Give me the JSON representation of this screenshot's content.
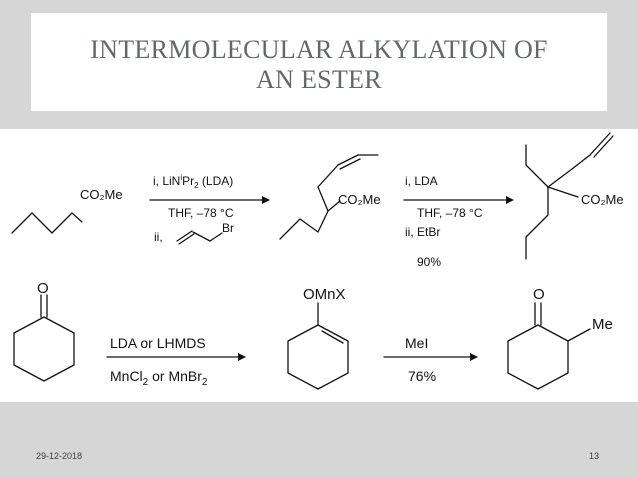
{
  "slide": {
    "title_line1": "INTERMOLECULAR ALKYLATION OF",
    "title_line2": "AN ESTER",
    "footer_date": "29-12-2018",
    "page_number": "13"
  },
  "reaction1": {
    "sm_group": "CO₂Me",
    "step1_reagent_a_prefix": "i, LiN",
    "step1_reagent_a_sup": "i",
    "step1_reagent_a_mid": "Pr",
    "step1_reagent_a_sub": "2",
    "step1_reagent_a_suffix": " (LDA)",
    "step1_conditions": "THF, –78 °C",
    "step1_reagent_b_prefix": "ii,",
    "step1_reagent_b_atom": "Br",
    "product1_group": "CO₂Me",
    "step2_reagent_a": "i, LDA",
    "step2_conditions": "THF, –78 °C",
    "step2_reagent_b": "ii, EtBr",
    "step2_yield": "90%",
    "product2_group": "CO₂Me"
  },
  "reaction2": {
    "ketone_o": "O",
    "step1_reagent": "LDA or LHMDS",
    "step1_additive_prefix": "MnCl",
    "step1_additive_sub1": "2",
    "step1_additive_mid": " or MnBr",
    "step1_additive_sub2": "2",
    "enolate_label": "OMnX",
    "step2_reagent": "MeI",
    "step2_yield": "76%",
    "product_o": "O",
    "product_sub": "Me"
  },
  "colors": {
    "frame": "#d6d6d6",
    "title_text": "#5f6b64",
    "ink": "#111111"
  }
}
